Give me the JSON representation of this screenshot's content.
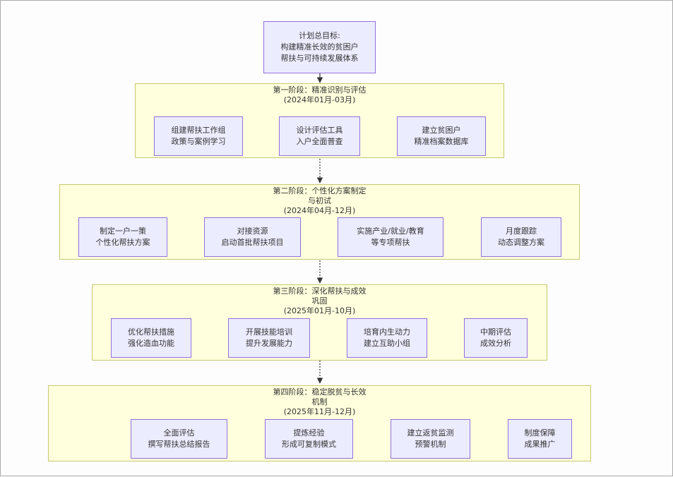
{
  "goal": {
    "line1": "计划总目标:",
    "line2": "构建精准长效的贫困户",
    "line3": "帮扶与可持续发展体系"
  },
  "phases": [
    {
      "title": "第一阶段：精准识别与评估\n(2024年01月-03月)",
      "nodes": [
        {
          "line1": "组建帮扶工作组",
          "line2": "政策与案例学习"
        },
        {
          "line1": "设计评估工具",
          "line2": "入户全面普查"
        },
        {
          "line1": "建立贫困户",
          "line2": "精准档案数据库"
        }
      ]
    },
    {
      "title": "第二阶段：个性化方案制定\n与初试\n(2024年04月-12月)",
      "nodes": [
        {
          "line1": "制定一户一策",
          "line2": "个性化帮扶方案"
        },
        {
          "line1": "对接资源",
          "line2": "启动首批帮扶项目"
        },
        {
          "line1": "实施产业/就业/教育",
          "line2": "等专项帮扶"
        },
        {
          "line1": "月度跟踪",
          "line2": "动态调整方案"
        }
      ]
    },
    {
      "title": "第三阶段：深化帮扶与成效\n巩固\n(2025年01月-10月)",
      "nodes": [
        {
          "line1": "优化帮扶措施",
          "line2": "强化造血功能"
        },
        {
          "line1": "开展技能培训",
          "line2": "提升发展能力"
        },
        {
          "line1": "培育内生动力",
          "line2": "建立互助小组"
        },
        {
          "line1": "中期评估",
          "line2": "成效分析"
        }
      ]
    },
    {
      "title": "第四阶段：稳定脱贫与长效\n机制\n(2025年11月-12月)",
      "nodes": [
        {
          "line1": "全面评估",
          "line2": "撰写帮扶总结报告"
        },
        {
          "line1": "提炼经验",
          "line2": "形成可复制模式"
        },
        {
          "line1": "建立返贫监测",
          "line2": "预警机制"
        },
        {
          "line1": "制度保障",
          "line2": "成果推广"
        }
      ]
    }
  ],
  "colors": {
    "node_fill": "#ececff",
    "node_border": "#9370db",
    "cluster_fill": "#ffffdd",
    "cluster_border": "#c8c870",
    "edge": "#333333"
  }
}
